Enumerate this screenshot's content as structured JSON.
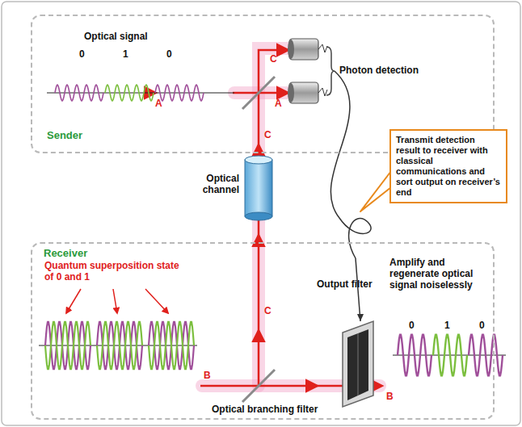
{
  "diagram": {
    "nodes": [
      {
        "text": [
          "Sender"
        ]
      },
      {
        "text": [
          "Receiver"
        ]
      },
      {
        "text": [
          "Transmit detection result to receiver with classical communications and sort output on receiver’s end"
        ]
      }
    ],
    "labels": [
      "Optical signal",
      "0",
      "1",
      "0",
      "A",
      "A",
      "C",
      "Photon detection",
      "C",
      "Optical channel",
      "Quantum superposition state of 0 and 1",
      "C",
      "Output filter",
      "Amplify and regenerate optical signal noiselessly",
      "0",
      "1",
      "0",
      "Optical branching filter",
      "B",
      "B"
    ]
  }
}
